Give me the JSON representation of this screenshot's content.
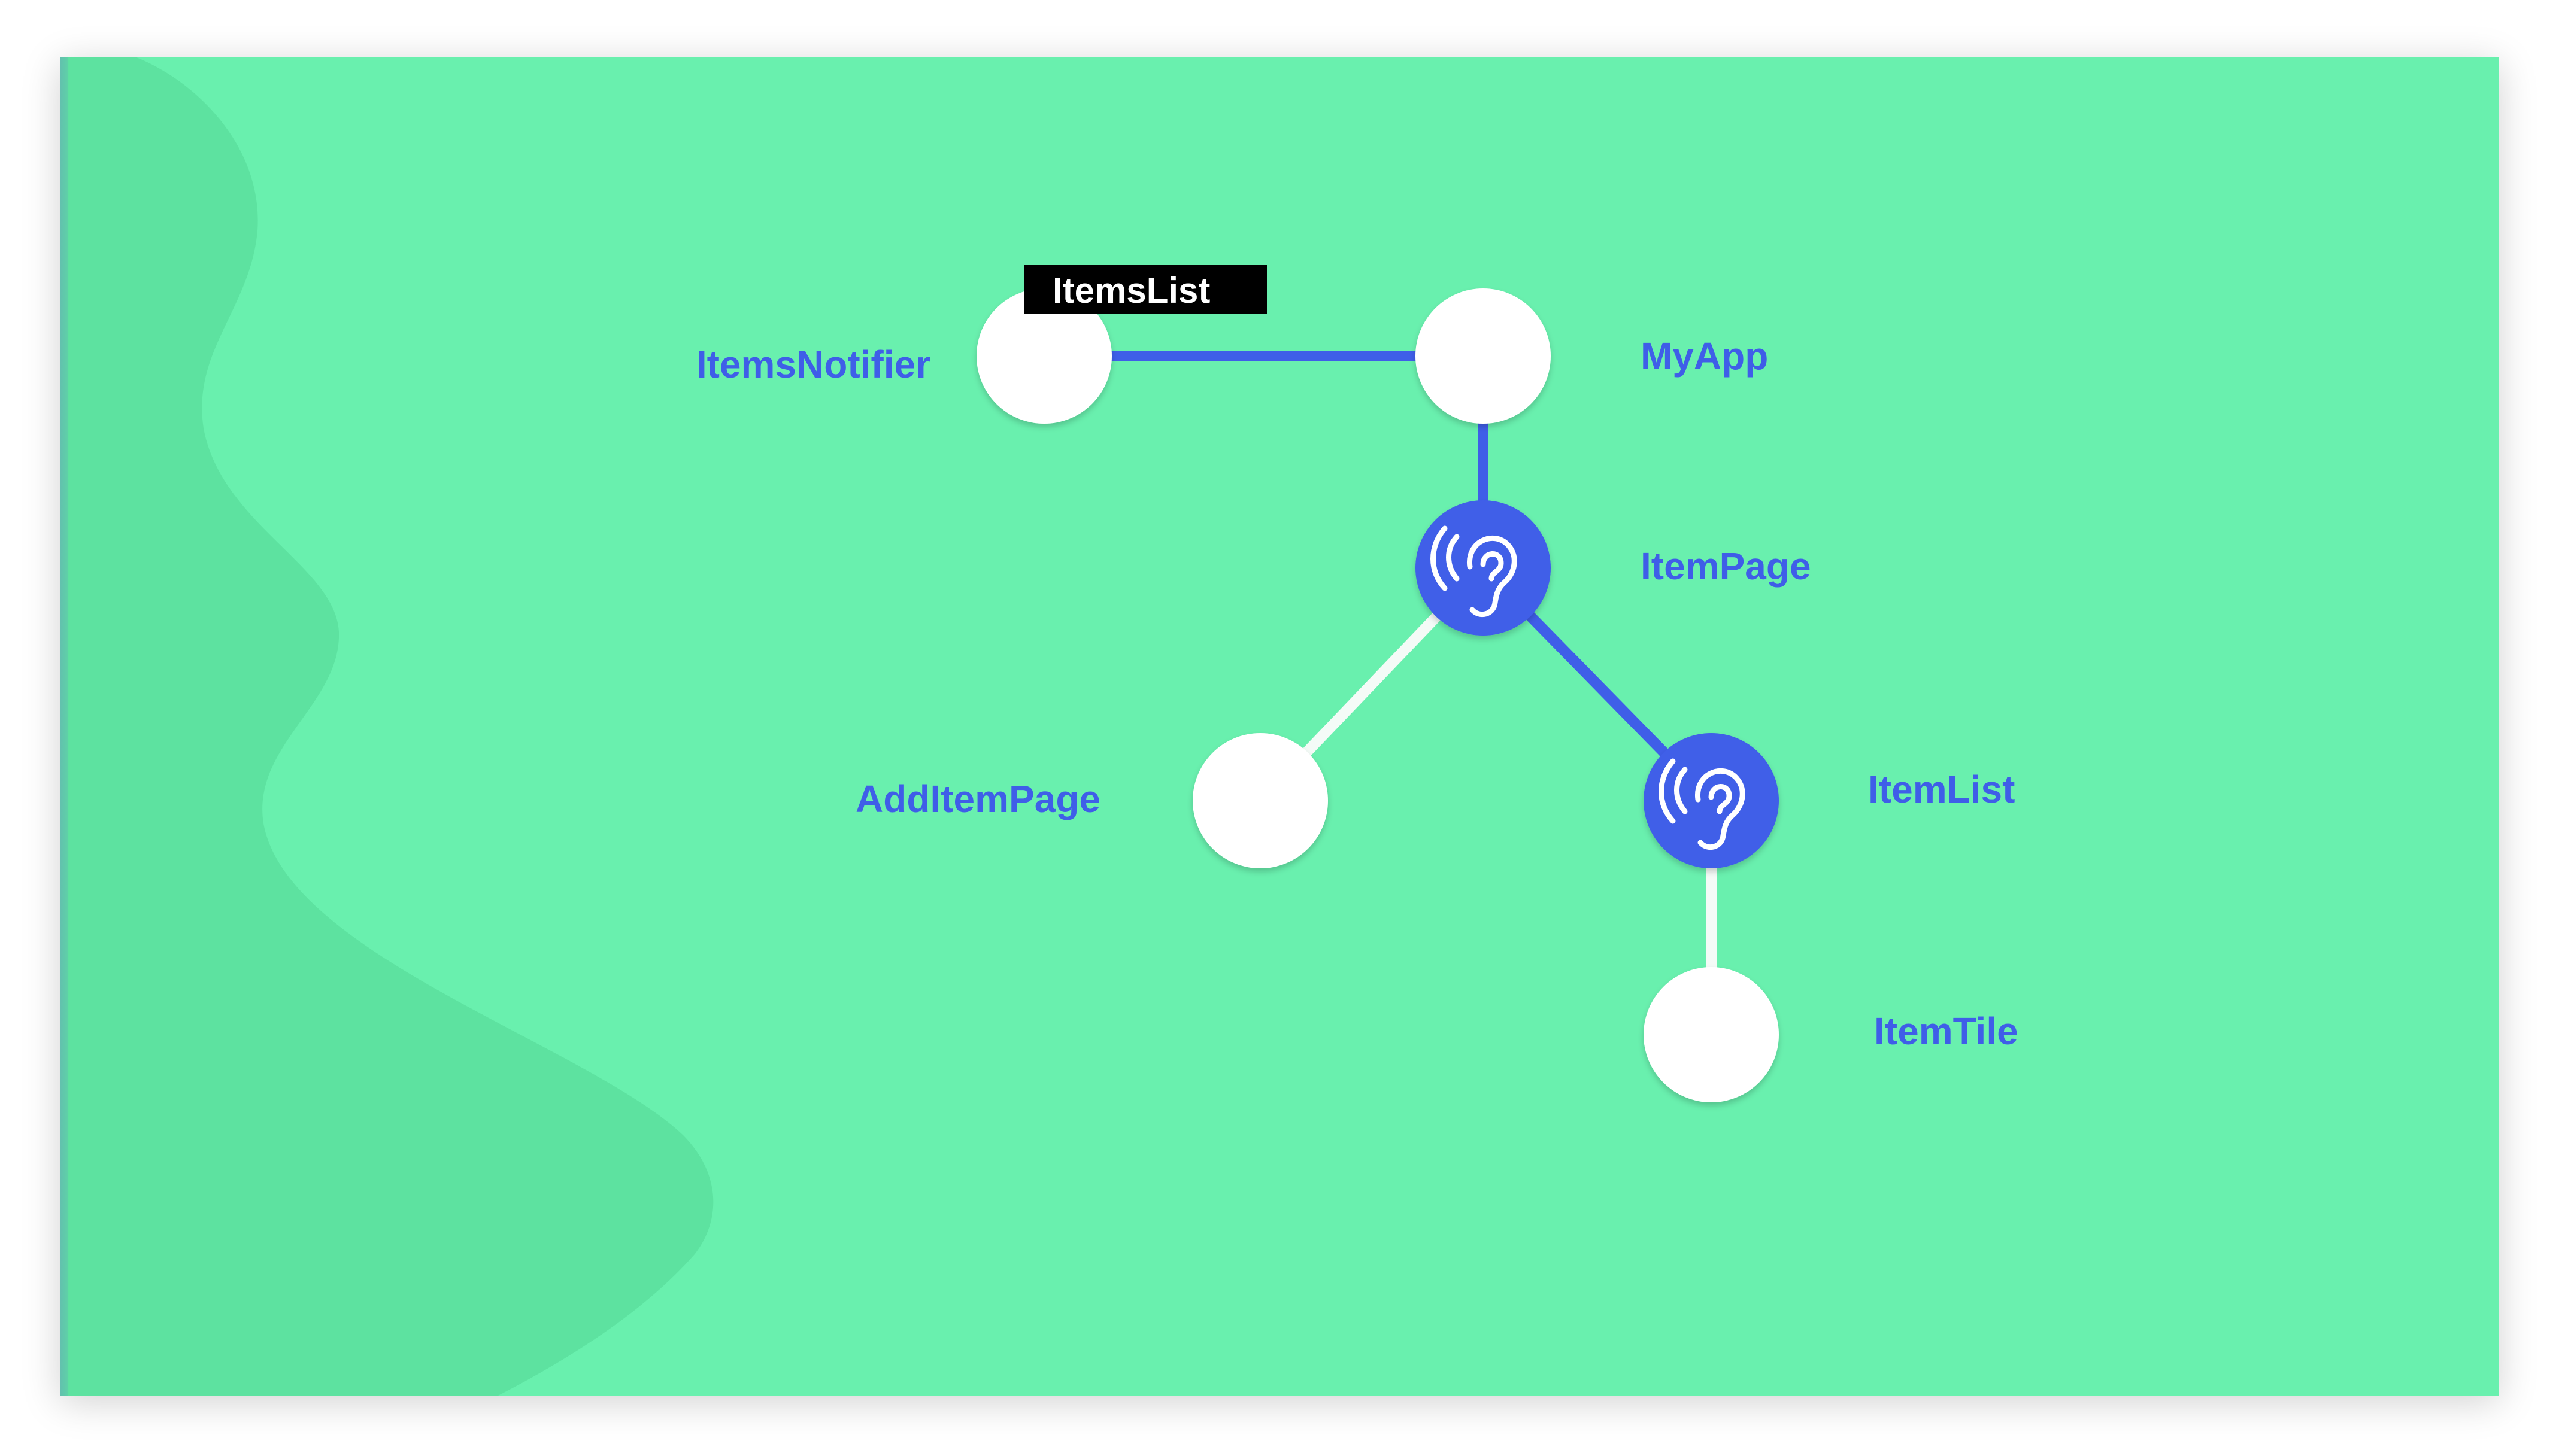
{
  "colors": {
    "background": "#69F0AE",
    "wave": "#5DE2A0",
    "accent": "#3F5EE8",
    "white_edge": "#F4FBF7",
    "node_fill": "#FFFFFF",
    "tag_bg": "#000000",
    "tag_text": "#FFFFFF"
  },
  "tag": {
    "label": "ItemsList"
  },
  "nodes": [
    {
      "id": "items-notifier",
      "label": "ItemsNotifier",
      "listener": false,
      "icon": ""
    },
    {
      "id": "my-app",
      "label": "MyApp",
      "listener": false,
      "icon": ""
    },
    {
      "id": "item-page",
      "label": "ItemPage",
      "listener": true,
      "icon": "ear-icon"
    },
    {
      "id": "add-item-page",
      "label": "AddItemPage",
      "listener": false,
      "icon": ""
    },
    {
      "id": "item-list",
      "label": "ItemList",
      "listener": true,
      "icon": "ear-icon"
    },
    {
      "id": "item-tile",
      "label": "ItemTile",
      "listener": false,
      "icon": ""
    }
  ],
  "edges": [
    {
      "from": "items-notifier",
      "to": "my-app",
      "highlighted": true
    },
    {
      "from": "my-app",
      "to": "item-page",
      "highlighted": true
    },
    {
      "from": "item-page",
      "to": "add-item-page",
      "highlighted": false
    },
    {
      "from": "item-page",
      "to": "item-list",
      "highlighted": true
    },
    {
      "from": "item-list",
      "to": "item-tile",
      "highlighted": false
    }
  ]
}
